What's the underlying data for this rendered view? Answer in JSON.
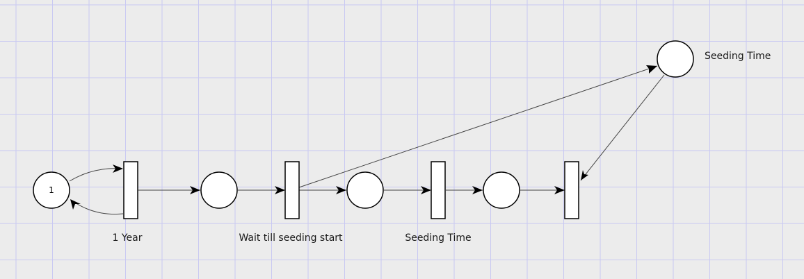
{
  "colors": {
    "background": "#ececec",
    "grid": "#c9c9f2",
    "node_fill": "#ffffff",
    "node_stroke": "#000000",
    "arc_stroke": "#444444"
  },
  "places": [
    {
      "id": "p1",
      "tokens": "1"
    },
    {
      "id": "p2",
      "tokens": ""
    },
    {
      "id": "p3",
      "tokens": ""
    },
    {
      "id": "p4",
      "tokens": ""
    },
    {
      "id": "p5",
      "tokens": ""
    }
  ],
  "transitions": [
    {
      "id": "t1",
      "label": "1 Year"
    },
    {
      "id": "t2",
      "label": "Wait till seeding start"
    },
    {
      "id": "t3",
      "label": "Seeding Time"
    },
    {
      "id": "t4",
      "label": ""
    }
  ],
  "place_labels": {
    "p5": "Seeding Time"
  },
  "arcs": [
    {
      "from": "p1",
      "to": "t1"
    },
    {
      "from": "t1",
      "to": "p1"
    },
    {
      "from": "t1",
      "to": "p2"
    },
    {
      "from": "p2",
      "to": "t2"
    },
    {
      "from": "t2",
      "to": "p3"
    },
    {
      "from": "t2",
      "to": "p5"
    },
    {
      "from": "p3",
      "to": "t3"
    },
    {
      "from": "t3",
      "to": "p4"
    },
    {
      "from": "p4",
      "to": "t4"
    },
    {
      "from": "p5",
      "to": "t4"
    }
  ]
}
